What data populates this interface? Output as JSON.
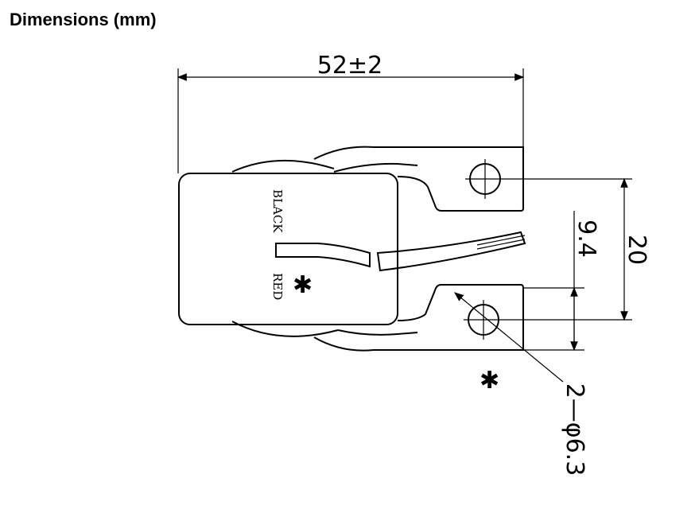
{
  "title": "Dimensions (mm)",
  "dimensions": {
    "width": "52±2",
    "terminal_pitch": "20",
    "terminal_height": "9.4",
    "hole_spec": "2—φ6.3"
  },
  "labels": {
    "black": "BLACK",
    "red": "RED",
    "marker": "✱"
  }
}
